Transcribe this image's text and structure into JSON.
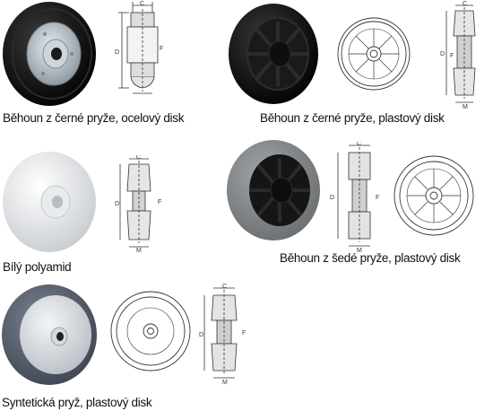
{
  "captions": {
    "black_steel": "Běhoun z černé pryže, ocelový disk",
    "black_plastic": "Běhoun z černé pryže, plastový disk",
    "white_polyamide": "Bílý polyamid",
    "grey_plastic": "Běhoun z šedé pryže, plastový disk",
    "synthetic_plastic": "Syntetická pryž, plastový disk"
  },
  "dimension_labels": {
    "c": "C",
    "d": "D",
    "f": "F",
    "m": "M"
  },
  "colors": {
    "black_rubber": "#141414",
    "steel_disk": "#b9c4cc",
    "white_polyamide": "#eef0f2",
    "grey_rubber": "#8a8d8f",
    "synthetic_grey": "#5a6270",
    "drawing_line": "#333333"
  }
}
